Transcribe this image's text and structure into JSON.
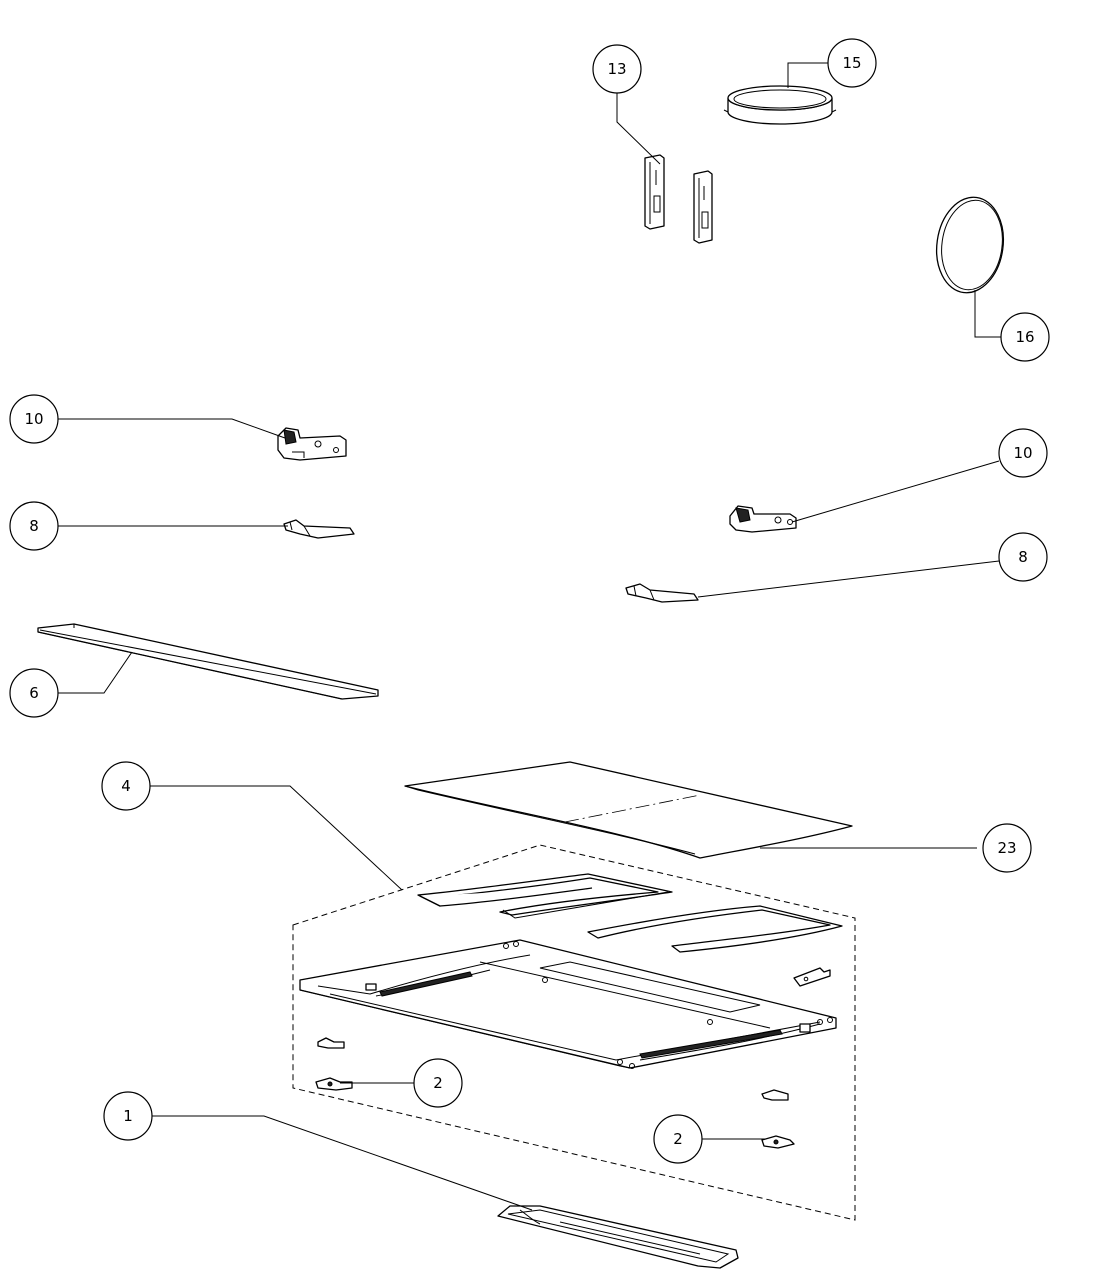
{
  "callouts": {
    "c1": "1",
    "c2a": "2",
    "c2b": "2",
    "c4": "4",
    "c6": "6",
    "c8a": "8",
    "c8b": "8",
    "c10a": "10",
    "c10b": "10",
    "c13": "13",
    "c15": "15",
    "c16": "16",
    "c23": "23"
  }
}
